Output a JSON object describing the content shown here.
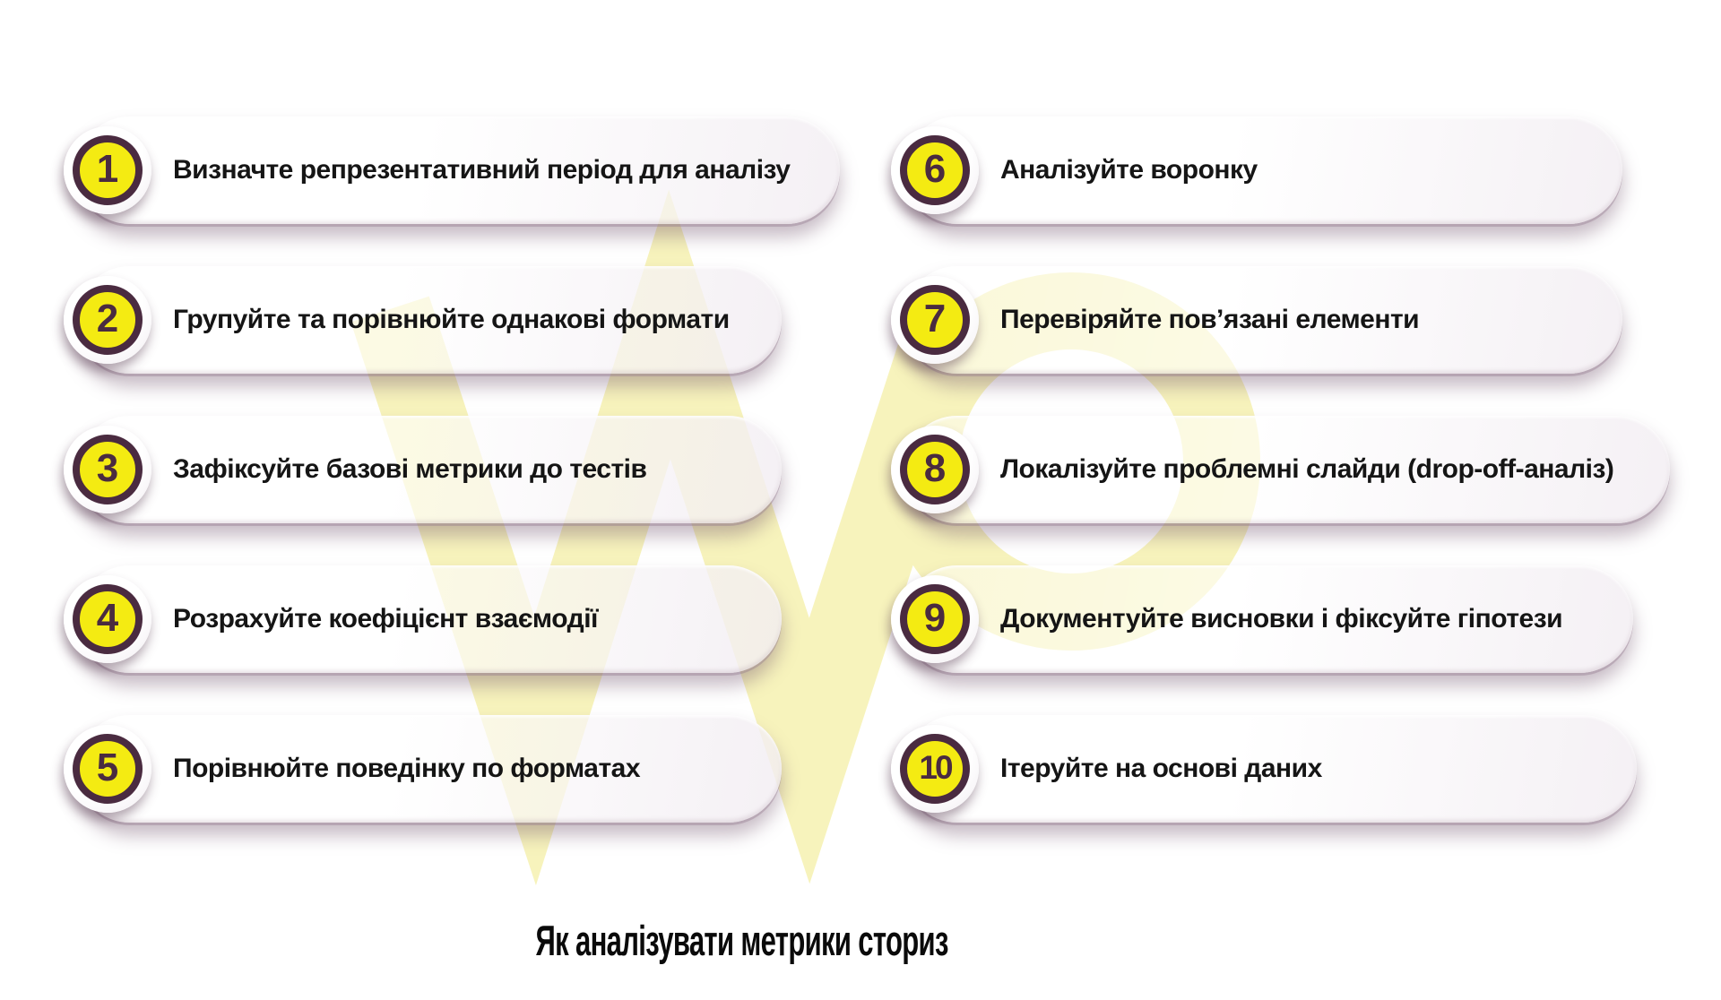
{
  "title": "Як аналізувати метрики сториз",
  "colors": {
    "badge_yellow": "#f4eb12",
    "badge_ring_plum": "#4a2b40",
    "text_ink": "#151515",
    "watermark_pale_yellow": "#f7f3bc",
    "shadow_mauve": "#b3a2af"
  },
  "steps": [
    {
      "num": "1",
      "label": "Визначте репрезентативний період для аналізу"
    },
    {
      "num": "2",
      "label": "Групуйте та порівнюйте однакові формати"
    },
    {
      "num": "3",
      "label": "Зафіксуйте базові метрики до тестів"
    },
    {
      "num": "4",
      "label": "Розрахуйте коефіцієнт взаємодії"
    },
    {
      "num": "5",
      "label": "Порівнюйте поведінку по форматах"
    },
    {
      "num": "6",
      "label": "Аналізуйте воронку"
    },
    {
      "num": "7",
      "label": "Перевіряйте пов’язані елементи"
    },
    {
      "num": "8",
      "label": "Локалізуйте проблемні слайди (drop-off-аналіз)"
    },
    {
      "num": "9",
      "label": "Документуйте висновки і фіксуйте гіпотези"
    },
    {
      "num": "10",
      "label": "Ітеруйте на основі даних"
    }
  ]
}
